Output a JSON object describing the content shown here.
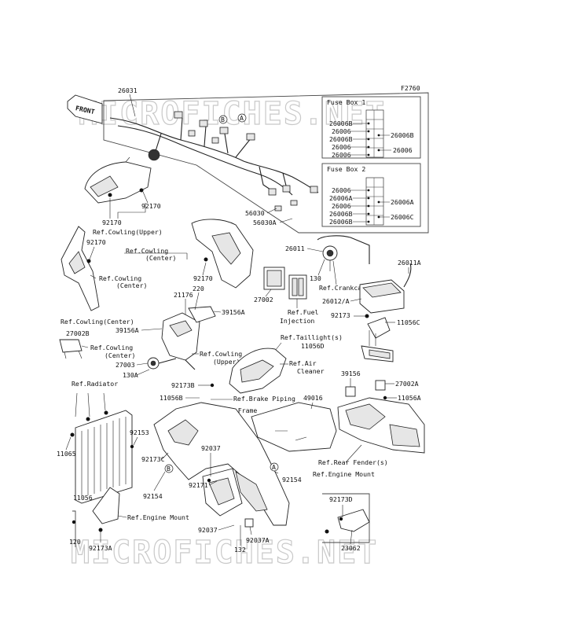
{
  "figure_code": "F2760",
  "front_badge": "FRONT",
  "watermark": "MICROFICHES.NET",
  "fuse_box_1": {
    "title": "Fuse Box 1",
    "left": [
      "26006B",
      "26006",
      "26006B",
      "26006",
      "26006"
    ],
    "right": [
      "26006B",
      "26006"
    ]
  },
  "fuse_box_2": {
    "title": "Fuse Box 2",
    "left": [
      "26006",
      "26006A",
      "26006",
      "26006B",
      "26006B"
    ],
    "right": [
      "26006A",
      "26006C"
    ]
  },
  "callouts": {
    "c_26031": "26031",
    "c_56030": "56030",
    "c_56030A": "56030A",
    "c_92170_a": "92170",
    "c_92170_b": "92170",
    "ref_cowl_upper_1": "Ref.Cowling(Upper)",
    "c_92170_c": "92170",
    "ref_cowl_center_1a": "Ref.Cowling",
    "ref_cowl_center_1b": "(Center)",
    "ref_cowl_center_2": "Ref.Cowling(Center)",
    "ref_cowl_center_3a": "Ref.Cowling",
    "ref_cowl_center_3b": "(Center)",
    "c_92170_d": "92170",
    "c_27002B": "27002B",
    "ref_cowl_center_4a": "Ref.Cowling",
    "ref_cowl_center_4b": "(Center)",
    "c_26011": "26011",
    "c_26011A": "26011A",
    "c_130": "130",
    "ref_crankcase": "Ref.Crankcase",
    "c_27002": "27002",
    "ref_fuel_a": "Ref.Fuel",
    "ref_fuel_b": "Injection",
    "c_26012A": "26012/A",
    "c_21176": "21176",
    "c_220": "220",
    "c_39156A_a": "39156A",
    "c_39156A_b": "39156A",
    "c_92173": "92173",
    "c_11056C": "11056C",
    "ref_taillight": "Ref.Taillight(s)",
    "c_11056D": "11056D",
    "ref_cowl_upper_2a": "Ref.Cowling",
    "ref_cowl_upper_2b": "(Upper)",
    "c_27003": "27003",
    "c_130A": "130A",
    "ref_air_a": "Ref.Air",
    "ref_air_b": "Cleaner",
    "c_39156": "39156",
    "c_27002A": "27002A",
    "c_11056A": "11056A",
    "c_92173B": "92173B",
    "c_11056B": "11056B",
    "ref_brake": "Ref.Brake Piping",
    "ref_frame": "Ref.Frame",
    "c_49016": "49016",
    "ref_radiator": "Ref.Radiator",
    "c_11065": "11065",
    "c_92153": "92153",
    "c_92173C": "92173C",
    "c_92037_a": "92037",
    "c_92154_a": "92154",
    "c_92171": "92171",
    "c_92154_b": "92154",
    "ref_rear_fender": "Ref.Rear Fender(s)",
    "ref_engine_mount_1": "Ref.Engine Mount",
    "c_92173D": "92173D",
    "c_11056": "11056",
    "ref_engine_mount_2": "Ref.Engine Mount",
    "c_120": "120",
    "c_92173A": "92173A",
    "c_92037_b": "92037",
    "c_92037A": "92037A",
    "c_132": "132",
    "c_23062": "23062"
  },
  "markers": {
    "a": "A",
    "b": "B"
  }
}
